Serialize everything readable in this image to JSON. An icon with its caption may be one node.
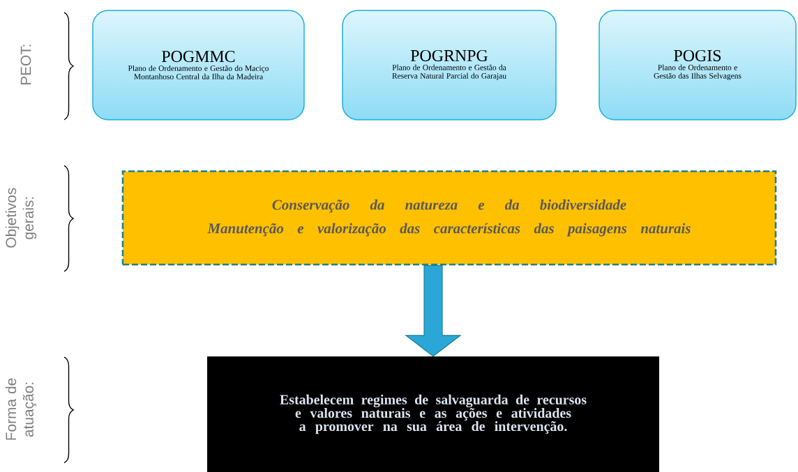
{
  "diagram": {
    "nodes": [
      {
        "text": [
          "POGMMC",
          "Plano de Ordenamento e Gestão do Maciço Montanhoso Central da Ilha da Madeira"
        ]
      },
      {
        "text": [
          "POGRNPG",
          "Plano de Ordenamento e Gestão da Reserva Natural Parcial do Garajau"
        ]
      },
      {
        "text": [
          "POGIS",
          "Plano de Ordenamento e Gestão das Ilhas Selvagens"
        ]
      },
      {
        "text": [
          "Conservação da natureza e da biodiversidade",
          "Manutenção e valorização das características das paisagens naturais"
        ]
      },
      {
        "text": [
          "Estabelecem regimes de salvaguarda de recursos e valores naturais e as ações e atividades a promover na sua área de intervenção."
        ]
      }
    ],
    "edges": [
      {
        "from": 3,
        "to": 4,
        "arrow": "to",
        "style": "thick"
      }
    ],
    "labels": [
      "PEOT:",
      "Objetivos gerais:",
      "Forma de atuação:"
    ]
  }
}
